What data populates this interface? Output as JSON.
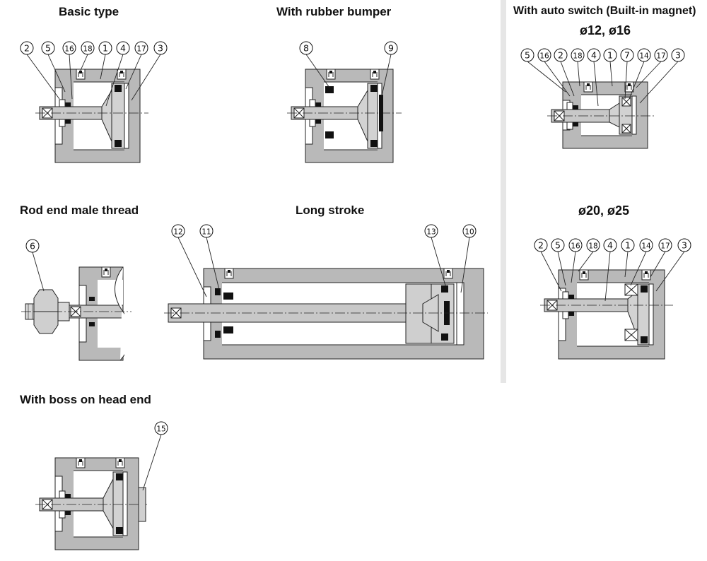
{
  "sections": {
    "basic": {
      "title": "Basic type",
      "callouts": [
        "2",
        "5",
        "16",
        "18",
        "1",
        "4",
        "17",
        "3"
      ]
    },
    "bumper": {
      "title": "With rubber bumper",
      "callouts": [
        "8",
        "9"
      ]
    },
    "autoswitch": {
      "title": "With auto switch (Built-in magnet)",
      "small_bore": {
        "label": "ø12, ø16",
        "callouts": [
          "5",
          "16",
          "2",
          "18",
          "4",
          "1",
          "7",
          "14",
          "17",
          "3"
        ]
      },
      "large_bore": {
        "label": "ø20, ø25",
        "callouts": [
          "2",
          "5",
          "16",
          "18",
          "4",
          "1",
          "14",
          "17",
          "3"
        ]
      }
    },
    "rodend": {
      "title": "Rod end male thread",
      "callouts": [
        "6"
      ]
    },
    "longstroke": {
      "title": "Long stroke",
      "callouts": [
        "12",
        "11",
        "13",
        "10"
      ]
    },
    "boss": {
      "title": "With boss on head end",
      "callouts": [
        "15"
      ]
    }
  },
  "colors": {
    "body": "#b9b9b9",
    "bore": "#ffffff",
    "piston": "#d2d2d2",
    "rod": "#c8c8c8",
    "seal": "#111111",
    "outline": "#222222"
  }
}
